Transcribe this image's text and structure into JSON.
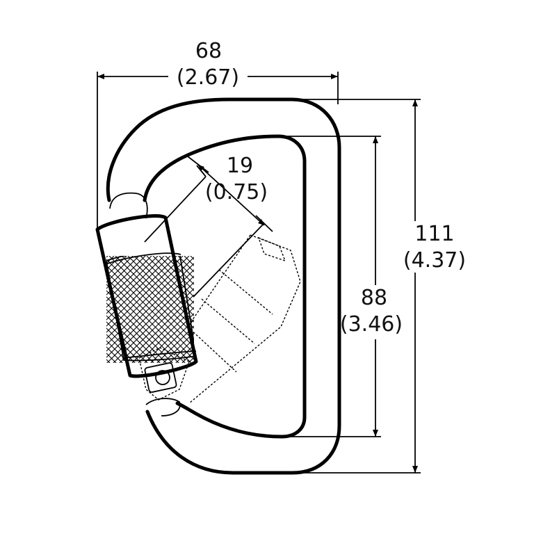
{
  "dimensions": {
    "width": {
      "mm": "68",
      "inch": "(2.67)"
    },
    "gate_opening": {
      "mm": "19",
      "inch": "(0.75)"
    },
    "inner_length": {
      "mm": "88",
      "inch": "(3.46)"
    },
    "overall_length": {
      "mm": "111",
      "inch": "(4.37)"
    }
  },
  "colors": {
    "line": "#000000",
    "background": "#ffffff"
  }
}
